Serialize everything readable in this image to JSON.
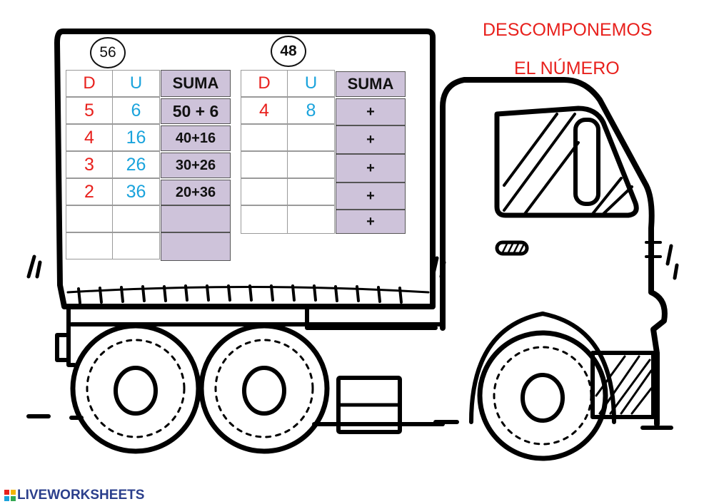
{
  "title": {
    "line1": "DESCOMPONEMOS",
    "line2": "EL NÚMERO"
  },
  "footer": {
    "brand": "LIVEWORKSHEETS"
  },
  "colors": {
    "decenas": "#e8211d",
    "unidades": "#1aa3dc",
    "suma_bg": "#cec3da",
    "title": "#e8211d"
  },
  "table1": {
    "number": "56",
    "headers": {
      "d": "D",
      "u": "U",
      "suma": "SUMA"
    },
    "rows": [
      {
        "d": "5",
        "u": "6",
        "suma": "50 + 6"
      },
      {
        "d": "4",
        "u": "16",
        "suma": "40+16"
      },
      {
        "d": "3",
        "u": "26",
        "suma": "30+26"
      },
      {
        "d": "2",
        "u": "36",
        "suma": "20+36"
      },
      {
        "d": "",
        "u": "",
        "suma": ""
      },
      {
        "d": "",
        "u": "",
        "suma": ""
      }
    ]
  },
  "table2": {
    "number": "48",
    "headers": {
      "d": "D",
      "u": "U",
      "suma": "SUMA"
    },
    "rows": [
      {
        "d": "4",
        "u": "8",
        "suma": "+"
      },
      {
        "d": "",
        "u": "",
        "suma": "+"
      },
      {
        "d": "",
        "u": "",
        "suma": "+"
      },
      {
        "d": "",
        "u": "",
        "suma": "+"
      },
      {
        "d": "",
        "u": "",
        "suma": "+"
      }
    ]
  }
}
